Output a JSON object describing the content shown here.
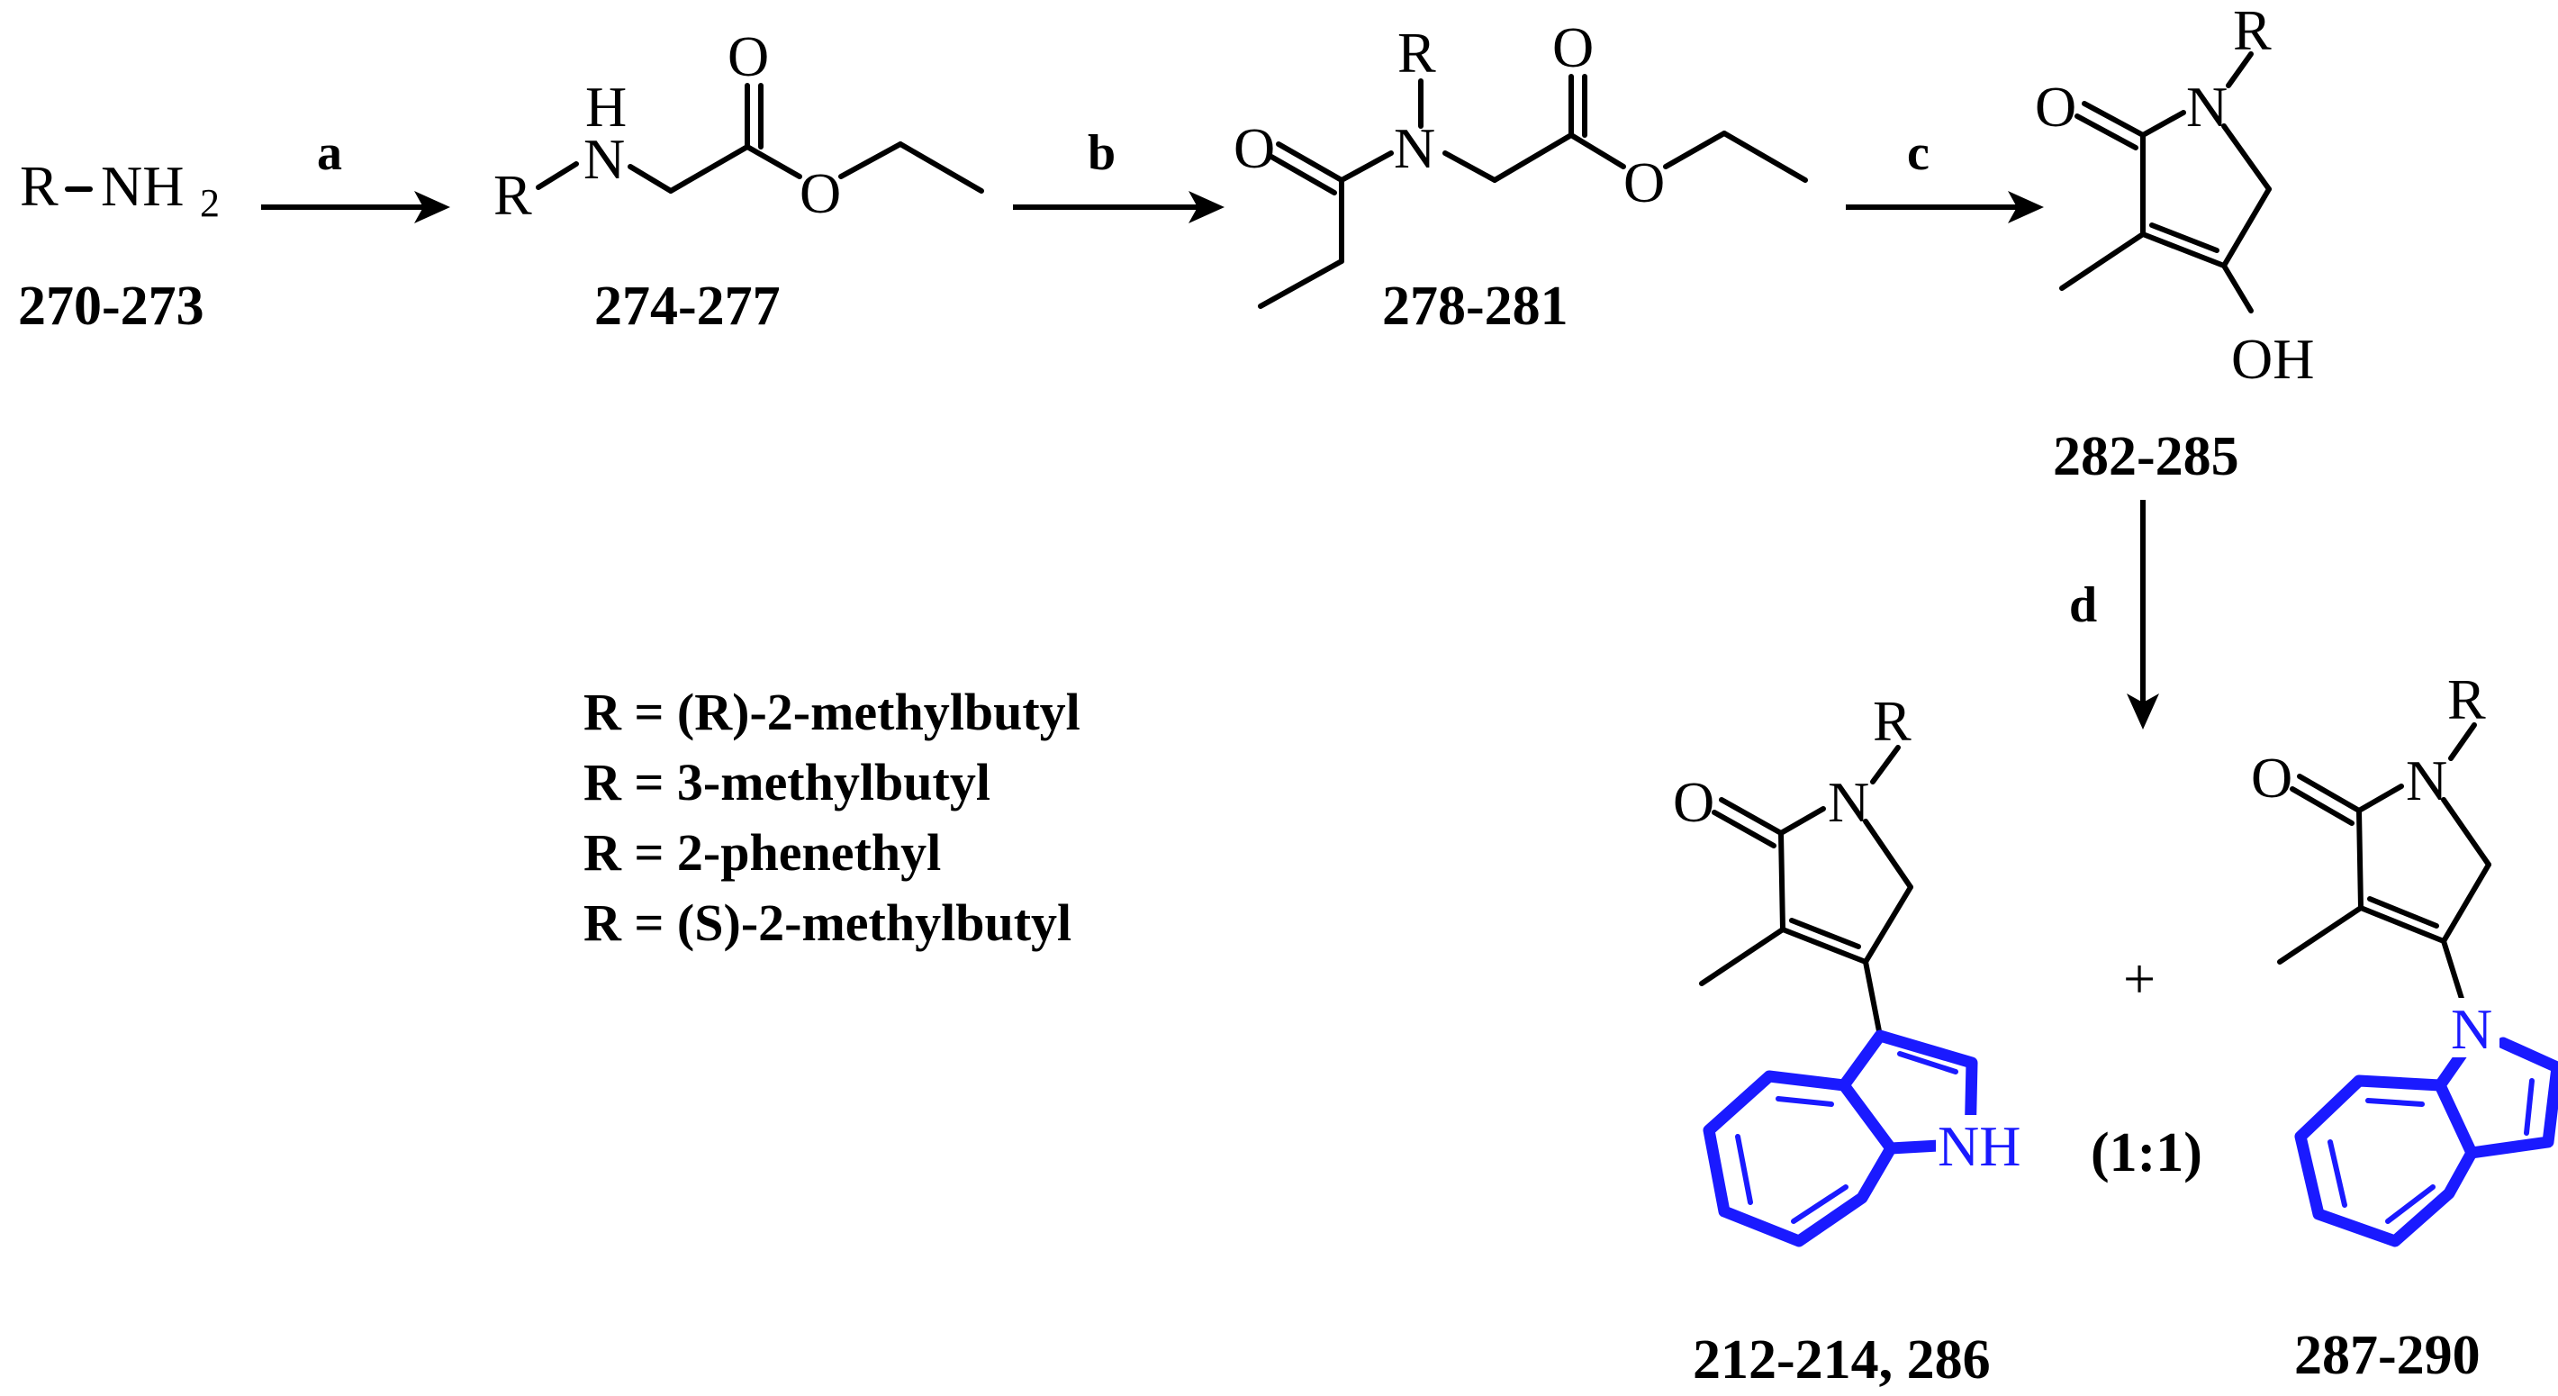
{
  "atoms": {
    "R": "R",
    "NH2_N": "NH",
    "NH2_sub": "2",
    "H": "H",
    "N": "N",
    "O": "O",
    "OH": "OH",
    "NH": "NH"
  },
  "reagents": {
    "a": "a",
    "b": "b",
    "c": "c",
    "d": "d"
  },
  "compounds": {
    "start": "270-273",
    "c274": "274-277",
    "c278": "278-281",
    "c282": "282-285",
    "p1": "212-214, 286",
    "p2": "287-290"
  },
  "plus": "+",
  "ratio": "(1:1)",
  "r_definitions": [
    "R = (R)-2-methylbutyl",
    "R = 3-methylbutyl",
    "R = 2-phenethyl",
    "R = (S)-2-methylbutyl"
  ],
  "colors": {
    "ink": "#000000",
    "indole": "#1a1aff"
  }
}
